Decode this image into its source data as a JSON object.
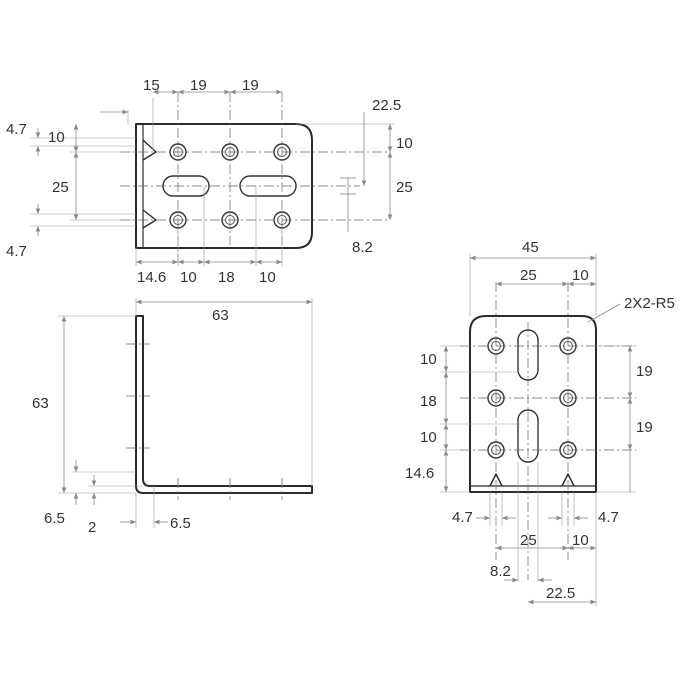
{
  "top_view": {
    "dims": {
      "d15": "15",
      "d19a": "19",
      "d19b": "19",
      "d22_5": "22.5",
      "d10_right": "10",
      "d25_right": "25",
      "d8_2": "8.2",
      "d4_7_top": "4.7",
      "d10_left": "10",
      "d25_left": "25",
      "d4_7_bottom": "4.7",
      "d14_6": "14.6",
      "d10_b1": "10",
      "d18": "18",
      "d10_b2": "10"
    }
  },
  "side_view": {
    "dims": {
      "d63_width": "63",
      "d63_height": "63",
      "d6_5_left": "6.5",
      "d2": "2",
      "d6_5_right": "6.5"
    }
  },
  "front_view": {
    "dims": {
      "d45": "45",
      "d25_top": "25",
      "d10_top": "10",
      "radius_note": "2X2-R5",
      "d10_l1": "10",
      "d18_l": "18",
      "d10_l2": "10",
      "d14_6_l": "14.6",
      "d19_r1": "19",
      "d19_r2": "19",
      "d4_7_l": "4.7",
      "d4_7_r": "4.7",
      "d25_bottom": "25",
      "d10_bottom": "10",
      "d8_2": "8.2",
      "d22_5": "22.5"
    }
  }
}
